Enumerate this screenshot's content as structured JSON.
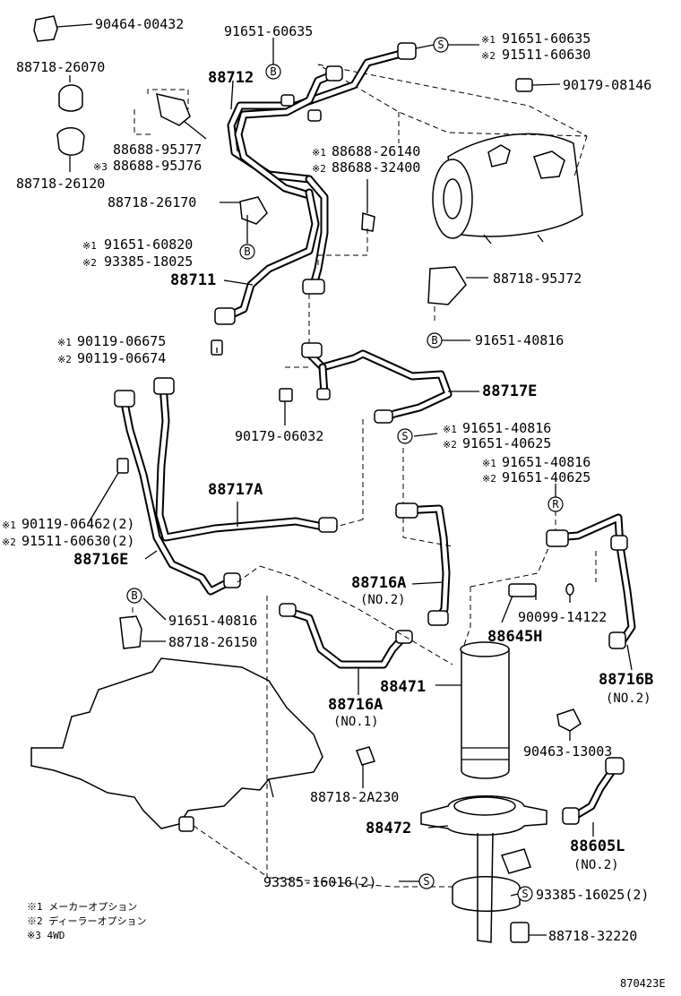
{
  "labels": {
    "p_90464_00432": "90464-00432",
    "p_88718_26070": "88718-26070",
    "p_88718_26120": "88718-26120",
    "p_91651_60635": "91651-60635",
    "p_88712": "88712",
    "p_88688_95J77": "88688-95J77",
    "p_88688_95J76": "88688-95J76",
    "p_r1_91651_60635": "91651-60635",
    "p_r2_91511_60630": "91511-60630",
    "p_90179_08146": "90179-08146",
    "p_88688_26140": "88688-26140",
    "p_88688_32400": "88688-32400",
    "p_88718_26170": "88718-26170",
    "p_91651_60820": "91651-60820",
    "p_93385_18025": "93385-18025",
    "p_88711": "88711",
    "p_88718_95J72": "88718-95J72",
    "p_90119_06675": "90119-06675",
    "p_90119_06674": "90119-06674",
    "p_91651_40816_a": "91651-40816",
    "p_88717E": "88717E",
    "p_90179_06032": "90179-06032",
    "p_91651_40816_b": "91651-40816",
    "p_91651_40625_b": "91651-40625",
    "p_91651_40816_c": "91651-40816",
    "p_91651_40625_c": "91651-40625",
    "p_88717A": "88717A",
    "p_90119_06462": "90119-06462(2)",
    "p_91511_60630": "91511-60630(2)",
    "p_88716E": "88716E",
    "p_88716A_no2": "88716A",
    "p_no2_a": "(NO.2)",
    "p_91651_40816_d": "91651-40816",
    "p_88718_26150": "88718-26150",
    "p_90099_14122": "90099-14122",
    "p_88645H": "88645H",
    "p_88471": "88471",
    "p_88716B": "88716B",
    "p_no2_b": "(NO.2)",
    "p_88716A_no1": "88716A",
    "p_no1": "(NO.1)",
    "p_90463_13003": "90463-13003",
    "p_88718_2A230": "88718-2A230",
    "p_88472": "88472",
    "p_88605L": "88605L",
    "p_no2_c": "(NO.2)",
    "p_93385_16016": "93385-16016(2)",
    "p_93385_16025": "93385-16025(2)",
    "p_88718_32220": "88718-32220"
  },
  "markers": {
    "x1": "※1",
    "x2": "※2",
    "x3": "※3",
    "b": "B",
    "s": "S",
    "r": "R"
  },
  "legend": {
    "n1": "※1 メーカーオプション",
    "n2": "※2 ディーラーオプション",
    "n3": "※3 4WD"
  },
  "figure_code": "870423E"
}
